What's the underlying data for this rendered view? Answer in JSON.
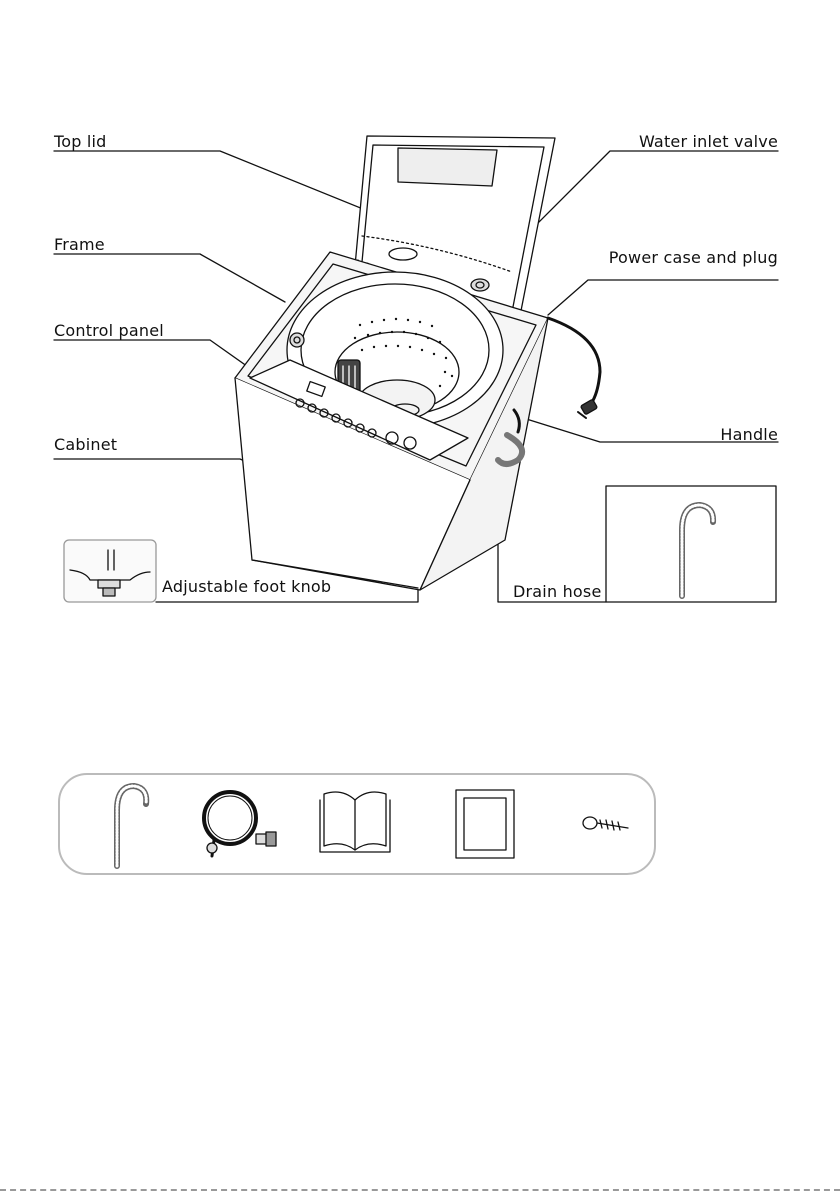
{
  "labels": {
    "top_lid": "Top lid",
    "frame": "Frame",
    "control_panel": "Control panel",
    "cabinet": "Cabinet",
    "adjustable_foot_knob": "Adjustable foot knob",
    "water_inlet_valve": "Water inlet valve",
    "power_case_and_plug": "Power case and plug",
    "handle": "Handle",
    "drain_hose": "Drain hose"
  },
  "accessories": {
    "icons": [
      "drain-hose-icon",
      "inlet-hose-icon",
      "manual-book-icon",
      "cover-panel-icon",
      "screw-icon"
    ]
  },
  "colors": {
    "line": "#111111",
    "panel_border": "#bbbbbb",
    "shade": "#e9e9e9"
  }
}
